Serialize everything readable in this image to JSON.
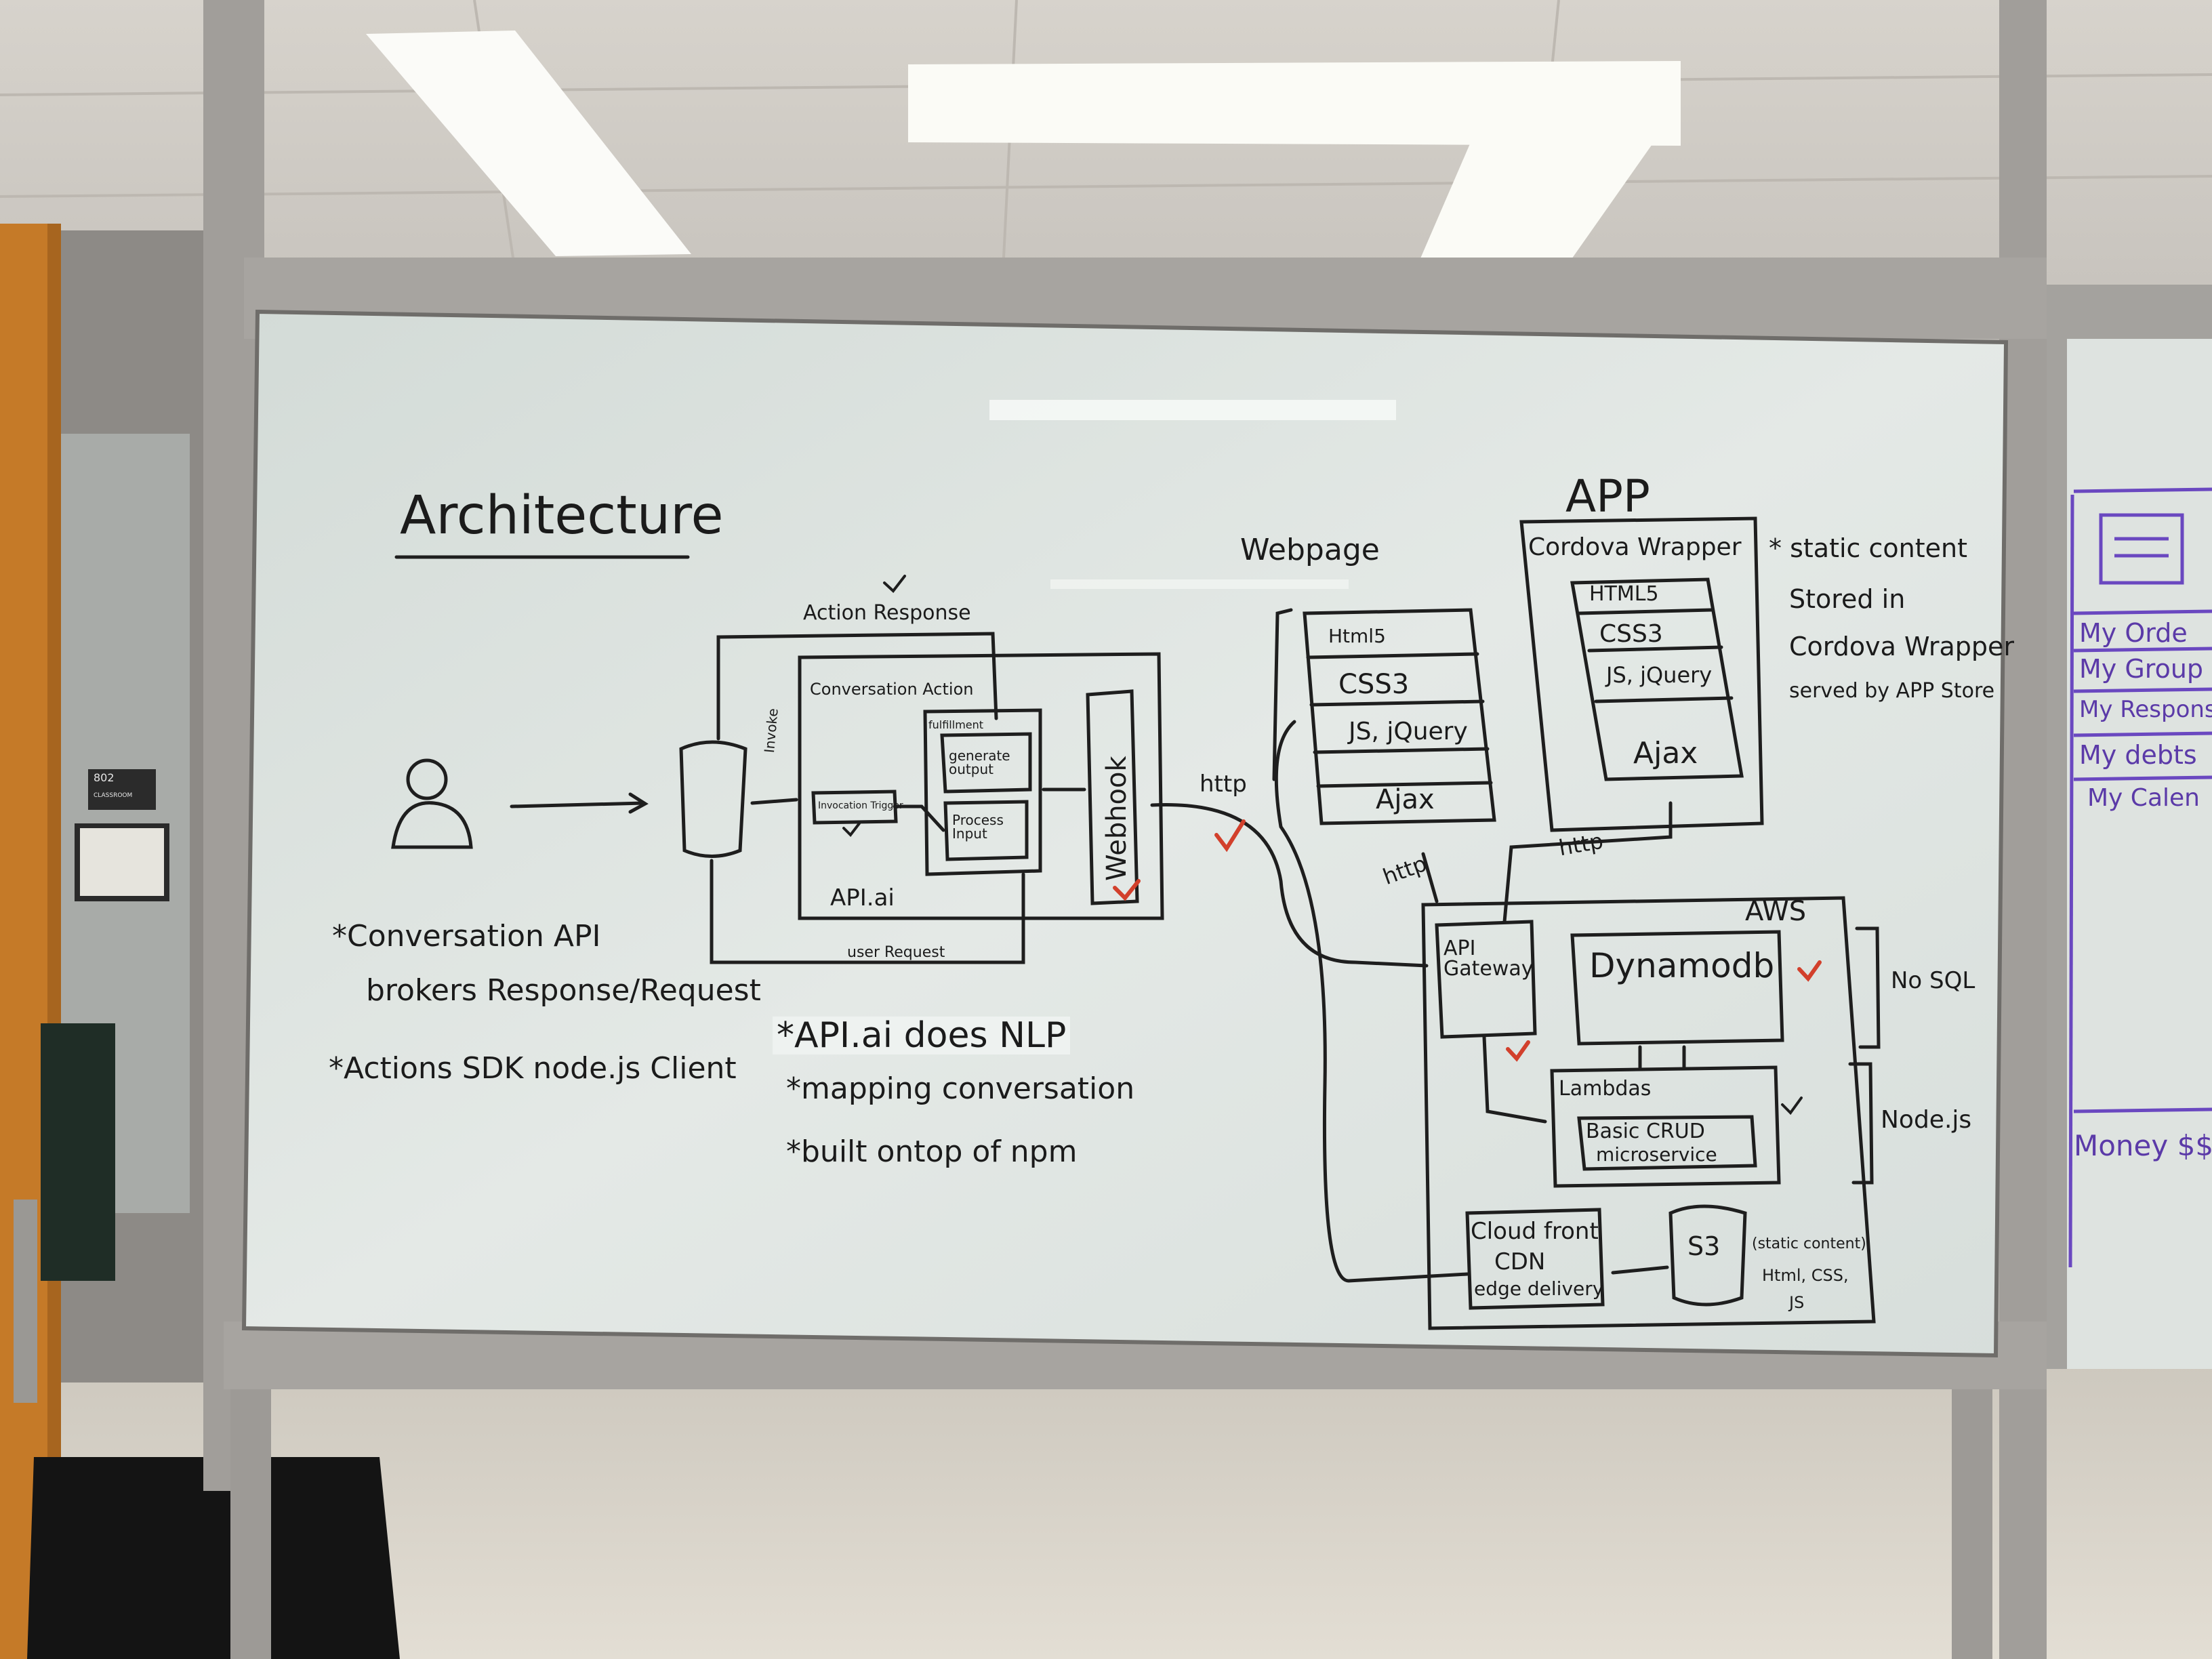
{
  "board": {
    "title": "Architecture",
    "left_diagram": {
      "action_response_label": "Action Response",
      "conversation_action_label": "Conversation Action",
      "fulfillment_label": "fulfillment",
      "generate_output_label": "generate output",
      "invocation_trigger_label": "Invocation Trigger",
      "process_input_label": "Process Input",
      "invoke_label": "Invoke",
      "apiai_label": "API.ai",
      "webhook_label": "Webhook",
      "user_request_label": "user Request",
      "http_label": "http"
    },
    "notes": [
      "*Conversation API",
      "brokers Response/Request",
      "*Actions SDK node.js Client"
    ],
    "apiai_notes": [
      "*API.ai does NLP",
      "*mapping conversation",
      "*built ontop of npm"
    ],
    "webpage": {
      "title": "Webpage",
      "layers": [
        "Html5",
        "CSS3",
        "JS, jQuery",
        "Ajax"
      ]
    },
    "app": {
      "title": "APP",
      "wrapper_label": "Cordova Wrapper",
      "layers": [
        "HTML5",
        "CSS3",
        "JS, jQuery",
        "Ajax"
      ],
      "note_lines": [
        "* static content",
        "Stored in",
        "Cordova Wrapper",
        "served by APP Store"
      ]
    },
    "aws": {
      "title": "AWS",
      "http_left": "http",
      "http_right": "http",
      "api_gateway": "API Gateway",
      "dynamodb": "Dynamodb",
      "lambdas": "Lambdas",
      "crud_line1": "Basic CRUD",
      "crud_line2": "microservice",
      "cloudfront_line1": "Cloud front",
      "cloudfront_line2": "CDN",
      "cloudfront_line3": "edge delivery",
      "s3": "S3",
      "s3_note_lines": [
        "(static content)",
        "Html, CSS,",
        "JS"
      ],
      "nosql": "No SQL",
      "nodejs": "Node.js"
    },
    "right_board": {
      "items": [
        "My Orde",
        "My Group",
        "My Responsib",
        "My debts",
        "My Calen"
      ],
      "money": "Money $$$"
    },
    "room_sign": {
      "number": "802",
      "label": "CLASSROOM"
    },
    "colors": {
      "ink": "#1b1b1b",
      "red_check": "#d2402c",
      "purple_marker": "#5b3aa8",
      "board_glass": "#dfe5e2",
      "frame": "#9d9a96"
    }
  }
}
